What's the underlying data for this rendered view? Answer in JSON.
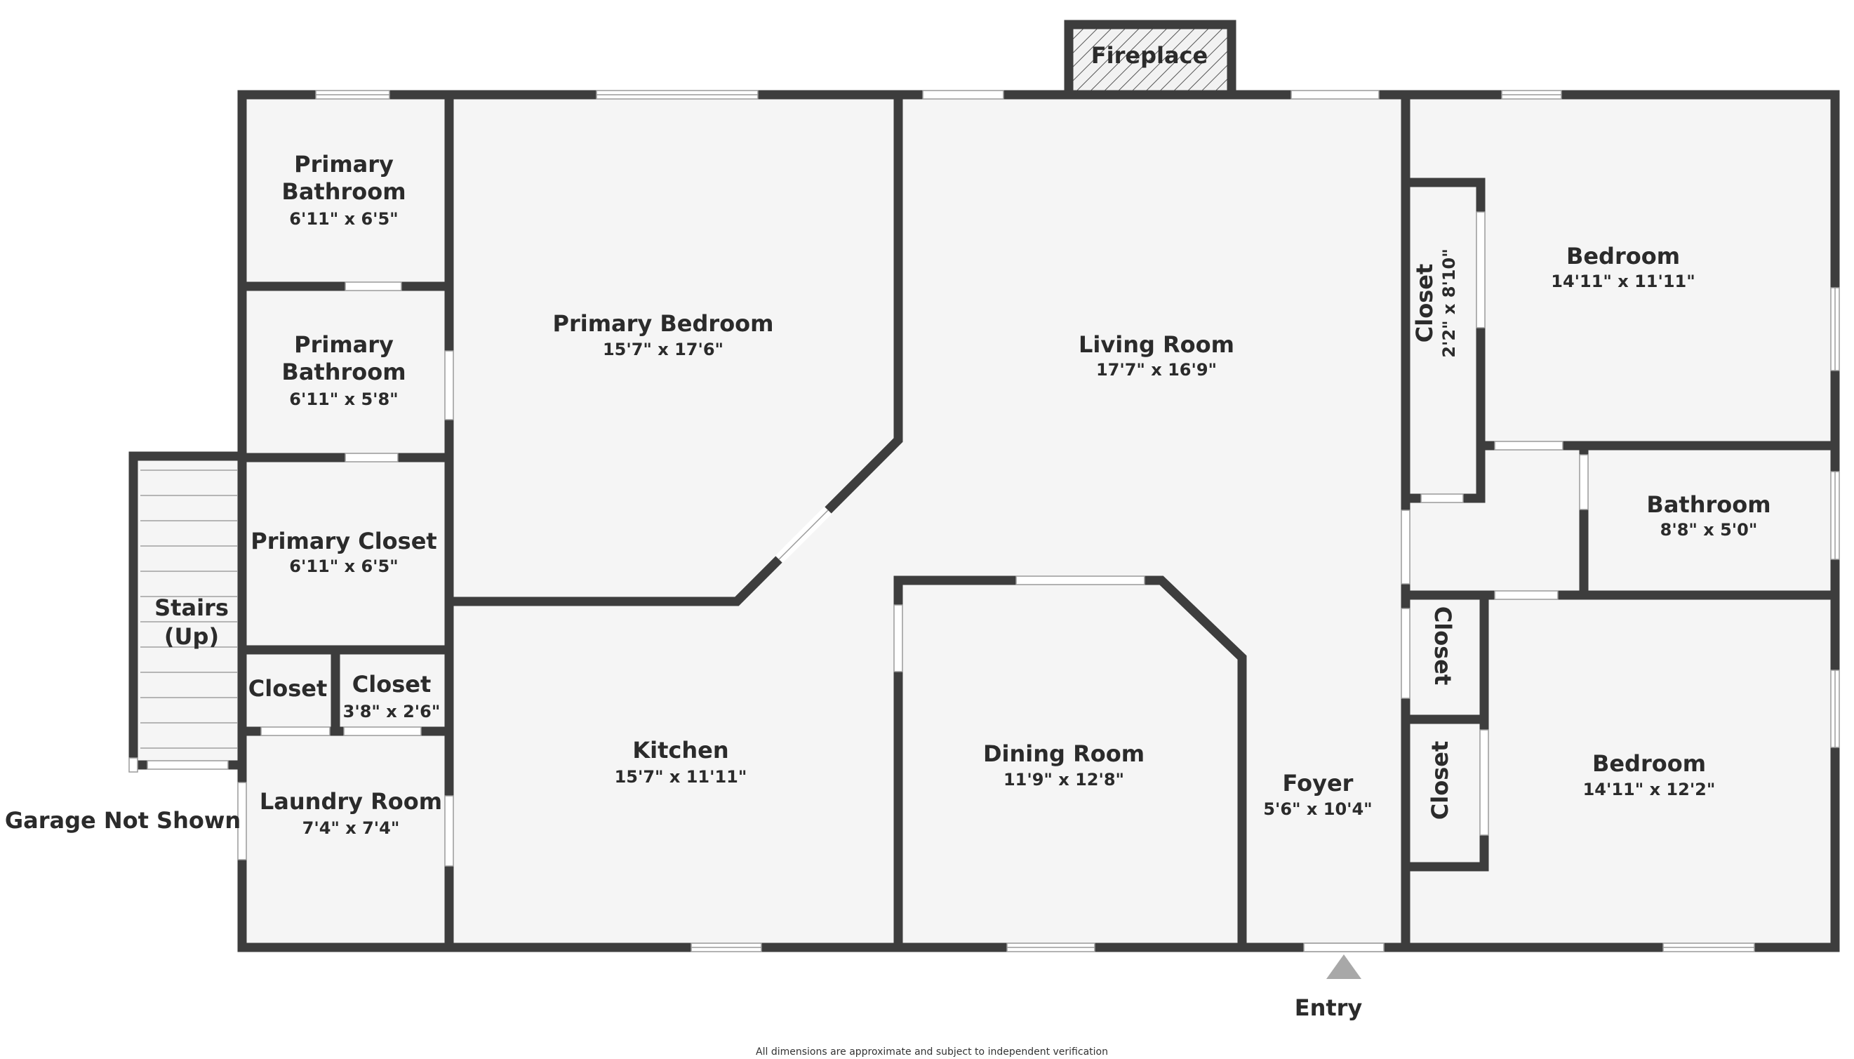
{
  "floorplan": {
    "rooms": {
      "primary_bath_1": {
        "name_line1": "Primary",
        "name_line2": "Bathroom",
        "dims": "6'11\" x 6'5\""
      },
      "primary_bath_2": {
        "name_line1": "Primary",
        "name_line2": "Bathroom",
        "dims": "6'11\" x 5'8\""
      },
      "primary_closet": {
        "name": "Primary Closet",
        "dims": "6'11\" x 6'5\""
      },
      "stairs": {
        "name_line1": "Stairs",
        "name_line2": "(Up)"
      },
      "closet_small": {
        "name": "Closet"
      },
      "closet_hall": {
        "name": "Closet",
        "dims": "3'8\" x 2'6\""
      },
      "laundry": {
        "name": "Laundry Room",
        "dims": "7'4\" x 7'4\""
      },
      "primary_bedroom": {
        "name": "Primary Bedroom",
        "dims": "15'7\" x 17'6\""
      },
      "kitchen": {
        "name": "Kitchen",
        "dims": "15'7\" x 11'11\""
      },
      "living": {
        "name": "Living Room",
        "dims": "17'7\" x 16'9\""
      },
      "dining": {
        "name": "Dining Room",
        "dims": "11'9\" x 12'8\""
      },
      "foyer": {
        "name": "Foyer",
        "dims": "5'6\" x 10'4\""
      },
      "closet_bed1": {
        "name": "Closet",
        "dims": "2'2\" x 8'10\""
      },
      "bedroom_1": {
        "name": "Bedroom",
        "dims": "14'11\" x 11'11\""
      },
      "bathroom": {
        "name": "Bathroom",
        "dims": "8'8\" x 5'0\""
      },
      "closet_right_1": {
        "name": "Closet"
      },
      "closet_right_2": {
        "name": "Closet"
      },
      "bedroom_2": {
        "name": "Bedroom",
        "dims": "14'11\" x 12'2\""
      }
    },
    "fireplace_label": "Fireplace",
    "garage_note": "Garage Not Shown",
    "entry_label": "Entry",
    "footer_note": "All dimensions are approximate and subject to independent verification",
    "colors": {
      "wall": "#3d3d3d",
      "floor": "#f5f5f5",
      "text": "#2b2b2b",
      "entry_arrow": "#a8a8a8"
    }
  }
}
